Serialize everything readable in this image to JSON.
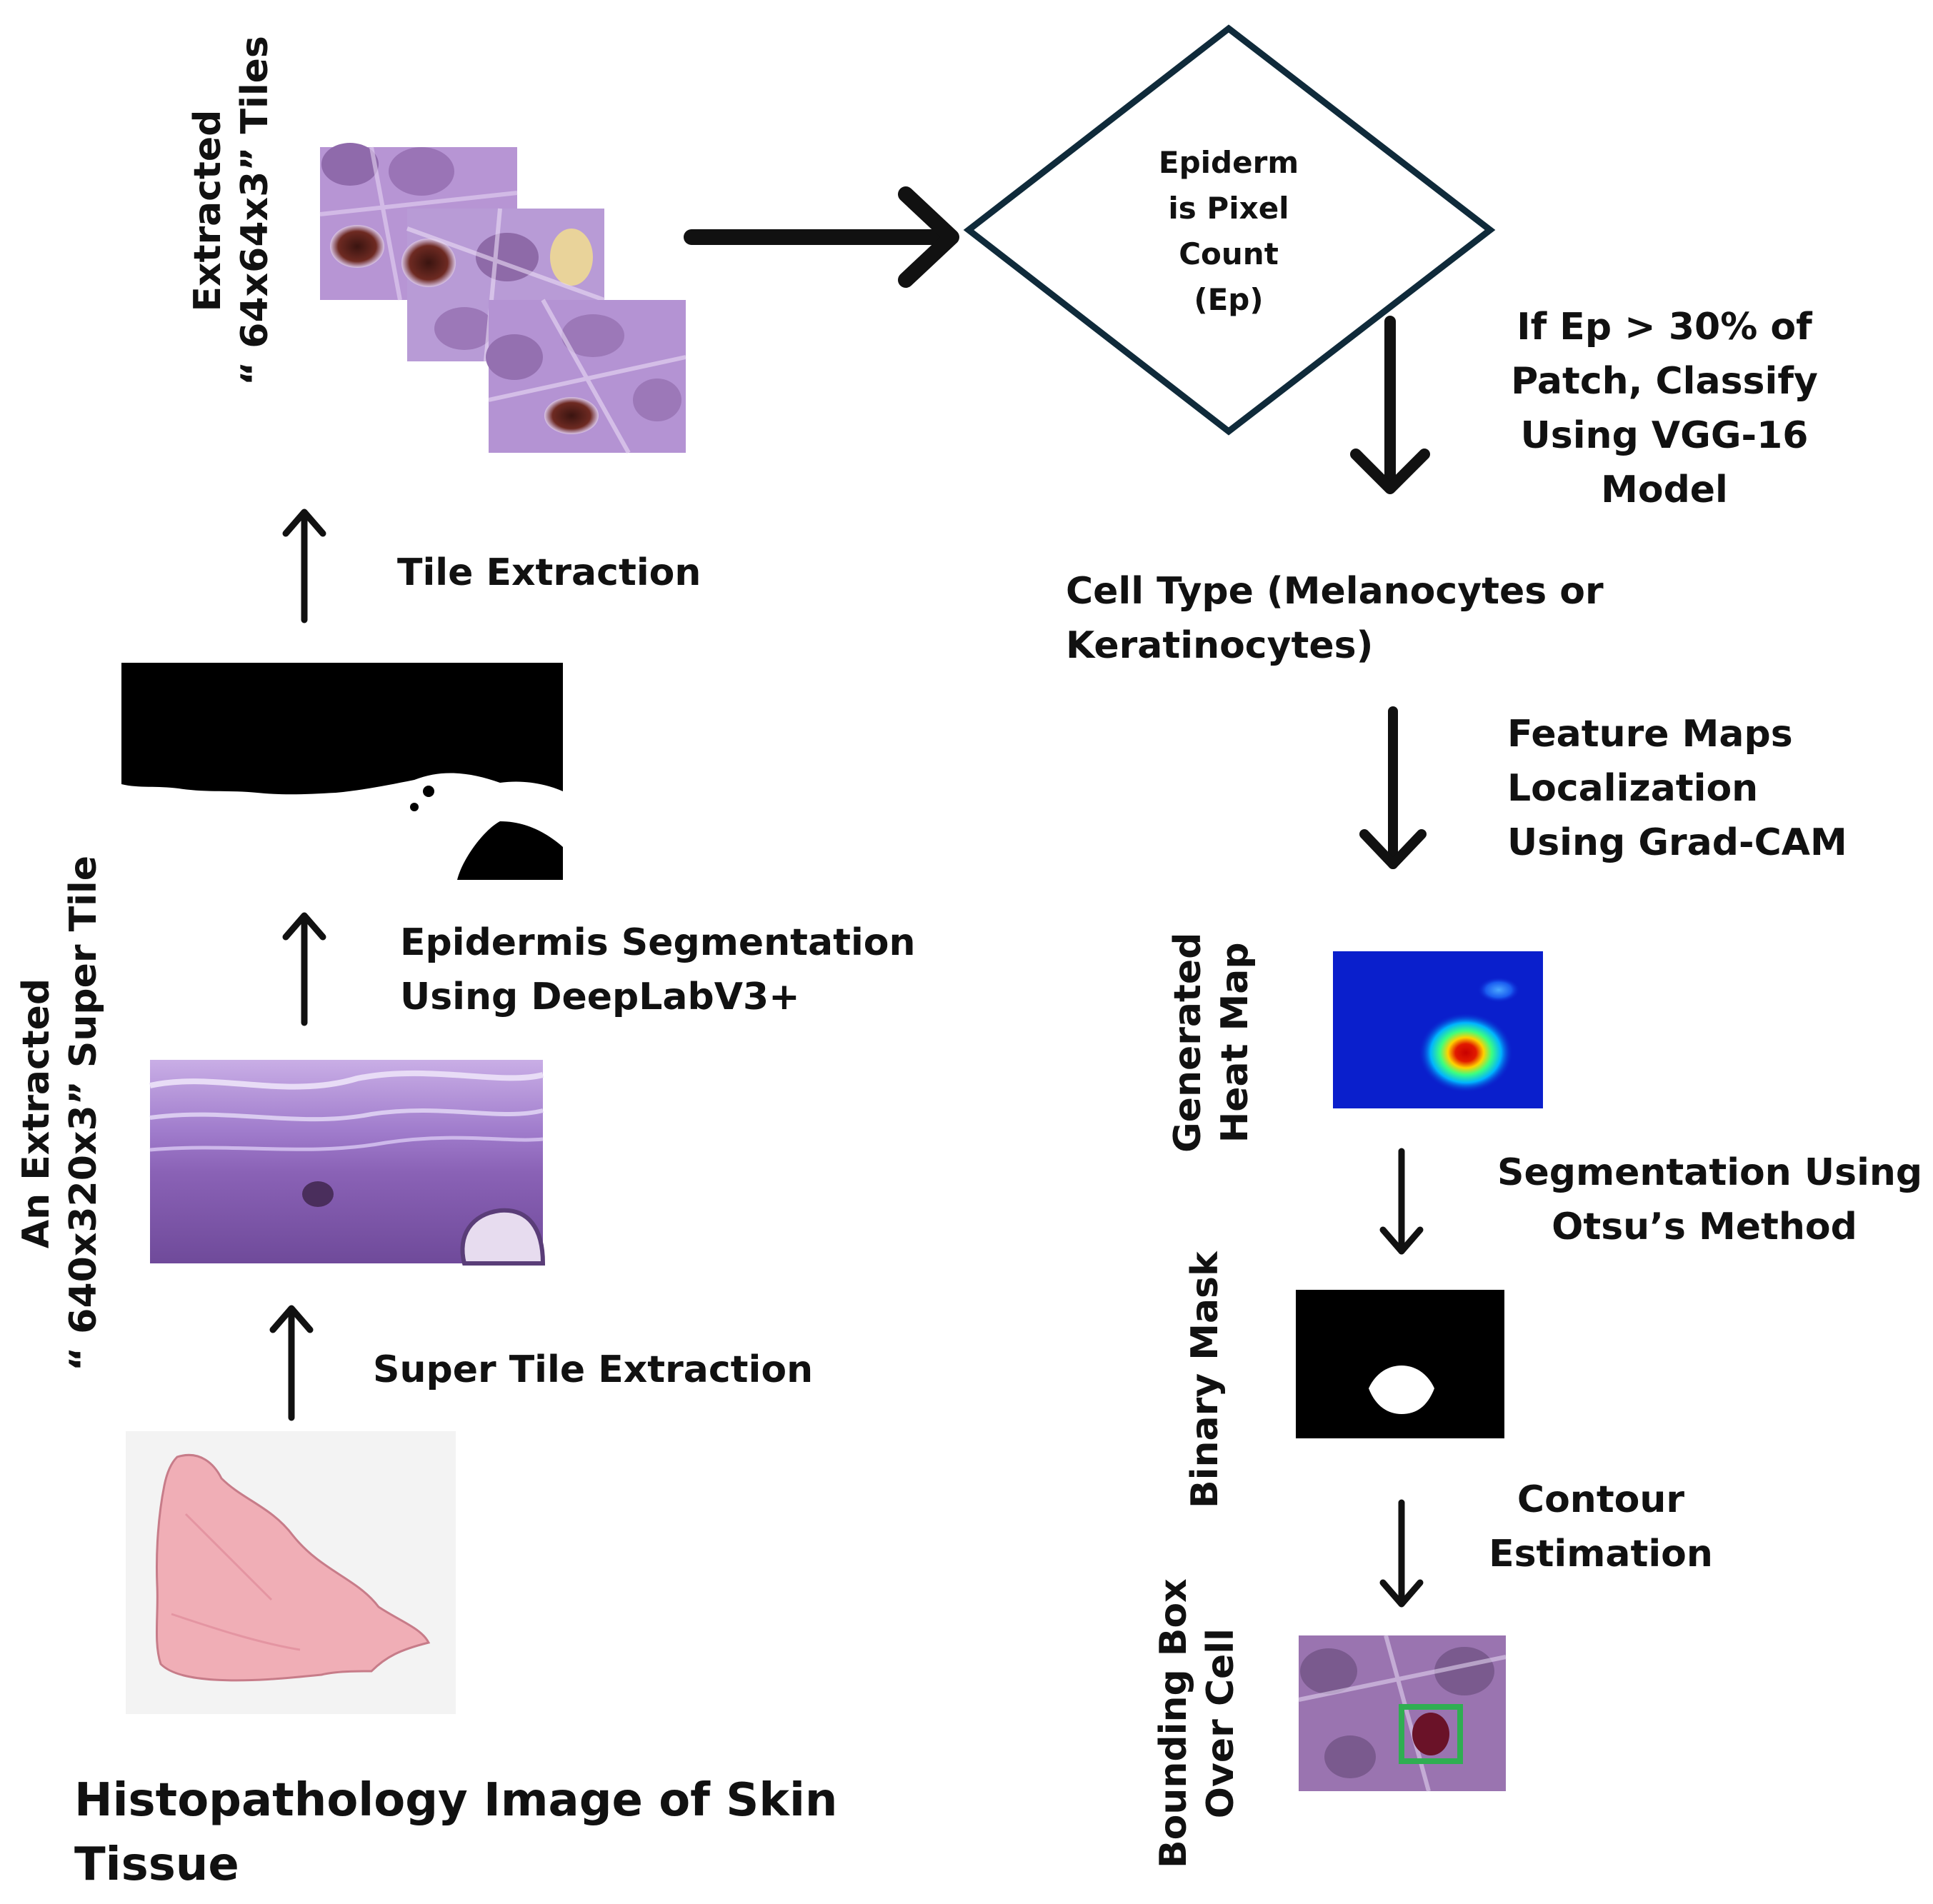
{
  "diagram": {
    "colors": {
      "arrow": "#111111",
      "diamond_stroke": "#0f2a3a",
      "tissue_purple": "#9b72c4",
      "stain_pink": "#f0aeb6",
      "bbox_green": "#2fae52",
      "heat_blue": "#0a1fcc"
    },
    "left_column": {
      "tiles_caption": [
        "Extracted",
        "“ 64x64x3” Tiles"
      ],
      "tile_extraction": "Tile Extraction",
      "epidermis_segmentation": [
        "Epidermis Segmentation",
        "Using DeepLabV3+"
      ],
      "super_tile_caption": [
        "An Extracted",
        "“ 640x320x3” Super Tile"
      ],
      "super_tile_extraction": "Super Tile Extraction",
      "source_image_title": [
        "Histopathology Image of Skin",
        "Tissue"
      ]
    },
    "right_column": {
      "diamond": [
        "Epiderm",
        "is Pixel",
        "Count",
        "(Ep)"
      ],
      "classify_condition": [
        "If Ep > 30% of",
        "Patch, Classify",
        "Using VGG-16",
        "Model"
      ],
      "cell_type": [
        "Cell Type (Melanocytes or",
        "Keratinocytes)"
      ],
      "feature_maps": [
        "Feature Maps",
        "Localization",
        "Using Grad-CAM"
      ],
      "heat_map_caption": [
        "Generated",
        "Heat Map"
      ],
      "otsu_segmentation": [
        "Segmentation Using",
        "Otsu’s Method"
      ],
      "binary_mask_caption": "Binary Mask",
      "contour_estimation": [
        "Contour",
        "Estimation"
      ],
      "bbox_caption": [
        "Bounding Box",
        "Over Cell"
      ]
    }
  }
}
